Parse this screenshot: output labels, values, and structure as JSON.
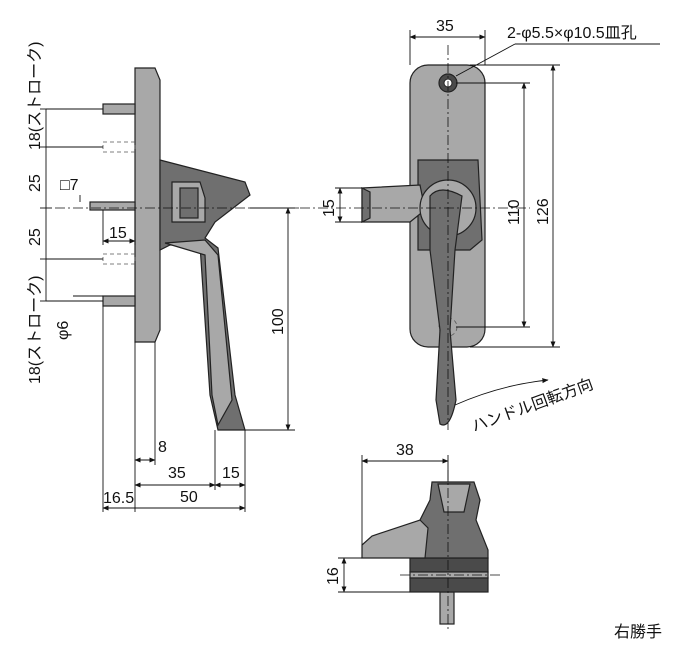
{
  "side_view": {
    "dims": {
      "stroke_top": "18(ストローク)",
      "d25_upper": "25",
      "sq7": "□7",
      "d25_lower": "25",
      "d15_pin": "15",
      "stroke_bottom": "18(ストローク)",
      "phi6": "φ6",
      "d100": "100",
      "d8": "8",
      "d35": "35",
      "d15_bottom": "15",
      "d16_5": "16.5",
      "d50": "50"
    }
  },
  "front_view": {
    "dims": {
      "d35": "35",
      "holes": "2-φ5.5×φ10.5皿孔",
      "d15": "15",
      "d110": "110",
      "d126": "126",
      "rotation": "ハンドル回転方向"
    }
  },
  "bottom_view": {
    "dims": {
      "d38": "38",
      "d16": "16"
    }
  },
  "caption": "右勝手"
}
